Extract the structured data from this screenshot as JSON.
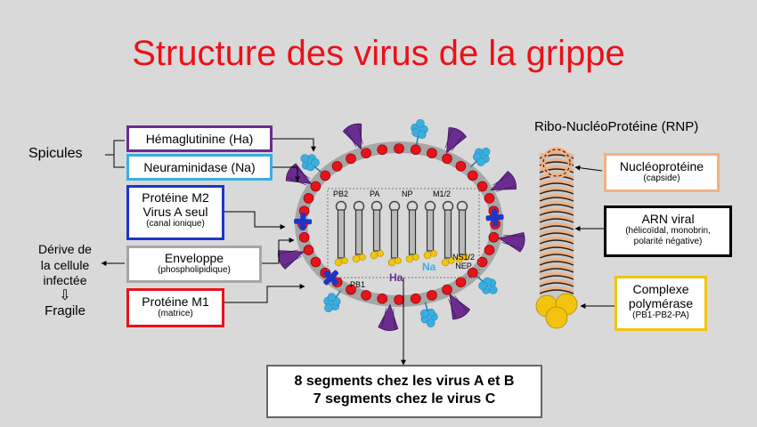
{
  "title": "Structure des virus de la grippe",
  "colors": {
    "title": "#e8121a",
    "ha": "#6a2d8f",
    "na_cyan": "#3aaee0",
    "m2_blue": "#1e35c8",
    "m1_red": "#e8121a",
    "envelope_gray": "#a6a6a6",
    "peach": "#f2b183",
    "gold": "#f2c40f"
  },
  "left": {
    "spicules": "Spicules",
    "hemaglutinine": "Hémaglutinine  (Ha)",
    "neuraminidase": "Neuraminidase (Na)",
    "m2_line1": "Protéine M2",
    "m2_line2": "Virus A seul",
    "m2_sub": "(canal ionique)",
    "enveloppe": "Enveloppe",
    "enveloppe_sub": "(phospholipidique)",
    "m1": "Protéine M1",
    "m1_sub": "(matrice)",
    "derive_l1": "Dérive de",
    "derive_l2": "la cellule",
    "derive_l3": "infectée",
    "fragile": "Fragile",
    "down_arrow": "⇩"
  },
  "virus": {
    "segments": [
      "PB2",
      "PA",
      "NP",
      "M1/2"
    ],
    "ns_line1": "NS1/2",
    "ns_line2": "NEP",
    "pb1": "PB1",
    "ha": "Ha",
    "na": "Na"
  },
  "bottom": {
    "line1": "8 segments chez les virus A et B",
    "line2": "7 segments chez le virus C"
  },
  "right": {
    "rnp_title": "Ribo-NucléoProtéine (RNP)",
    "nucleo": "Nucléoprotéine",
    "nucleo_sub": "(capside)",
    "arn": "ARN viral",
    "arn_sub1": "(hélicoïdal, monobrin,",
    "arn_sub2": "polarité négative)",
    "complexe_l1": "Complexe",
    "complexe_l2": "polymérase",
    "complexe_sub": "(PB1-PB2-PA)"
  }
}
